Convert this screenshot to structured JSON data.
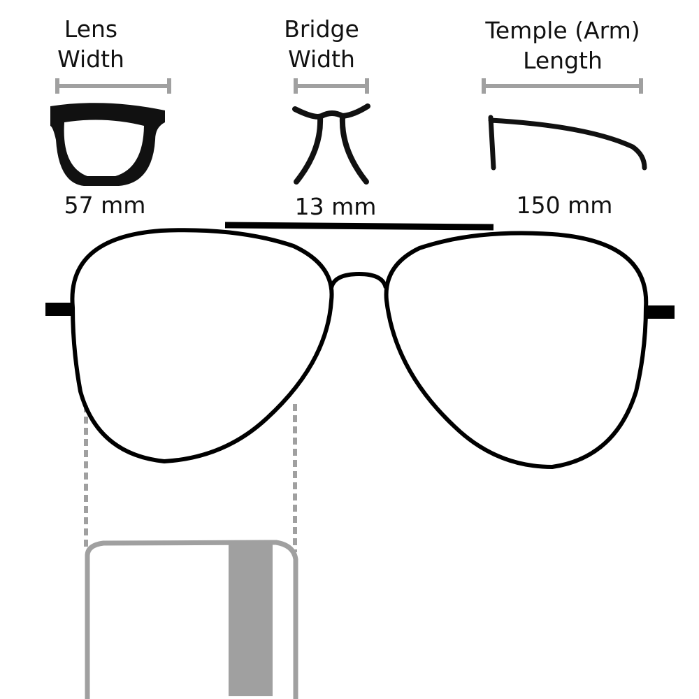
{
  "measurements": [
    {
      "title_line1": "Lens",
      "title_line2": "Width",
      "value": "57 mm"
    },
    {
      "title_line1": "Bridge",
      "title_line2": "Width",
      "value": "13 mm"
    },
    {
      "title_line1": "Temple (Arm)",
      "title_line2": "Length",
      "value": "150 mm"
    }
  ],
  "colors": {
    "frame": "#000000",
    "guide": "#a0a0a0"
  }
}
